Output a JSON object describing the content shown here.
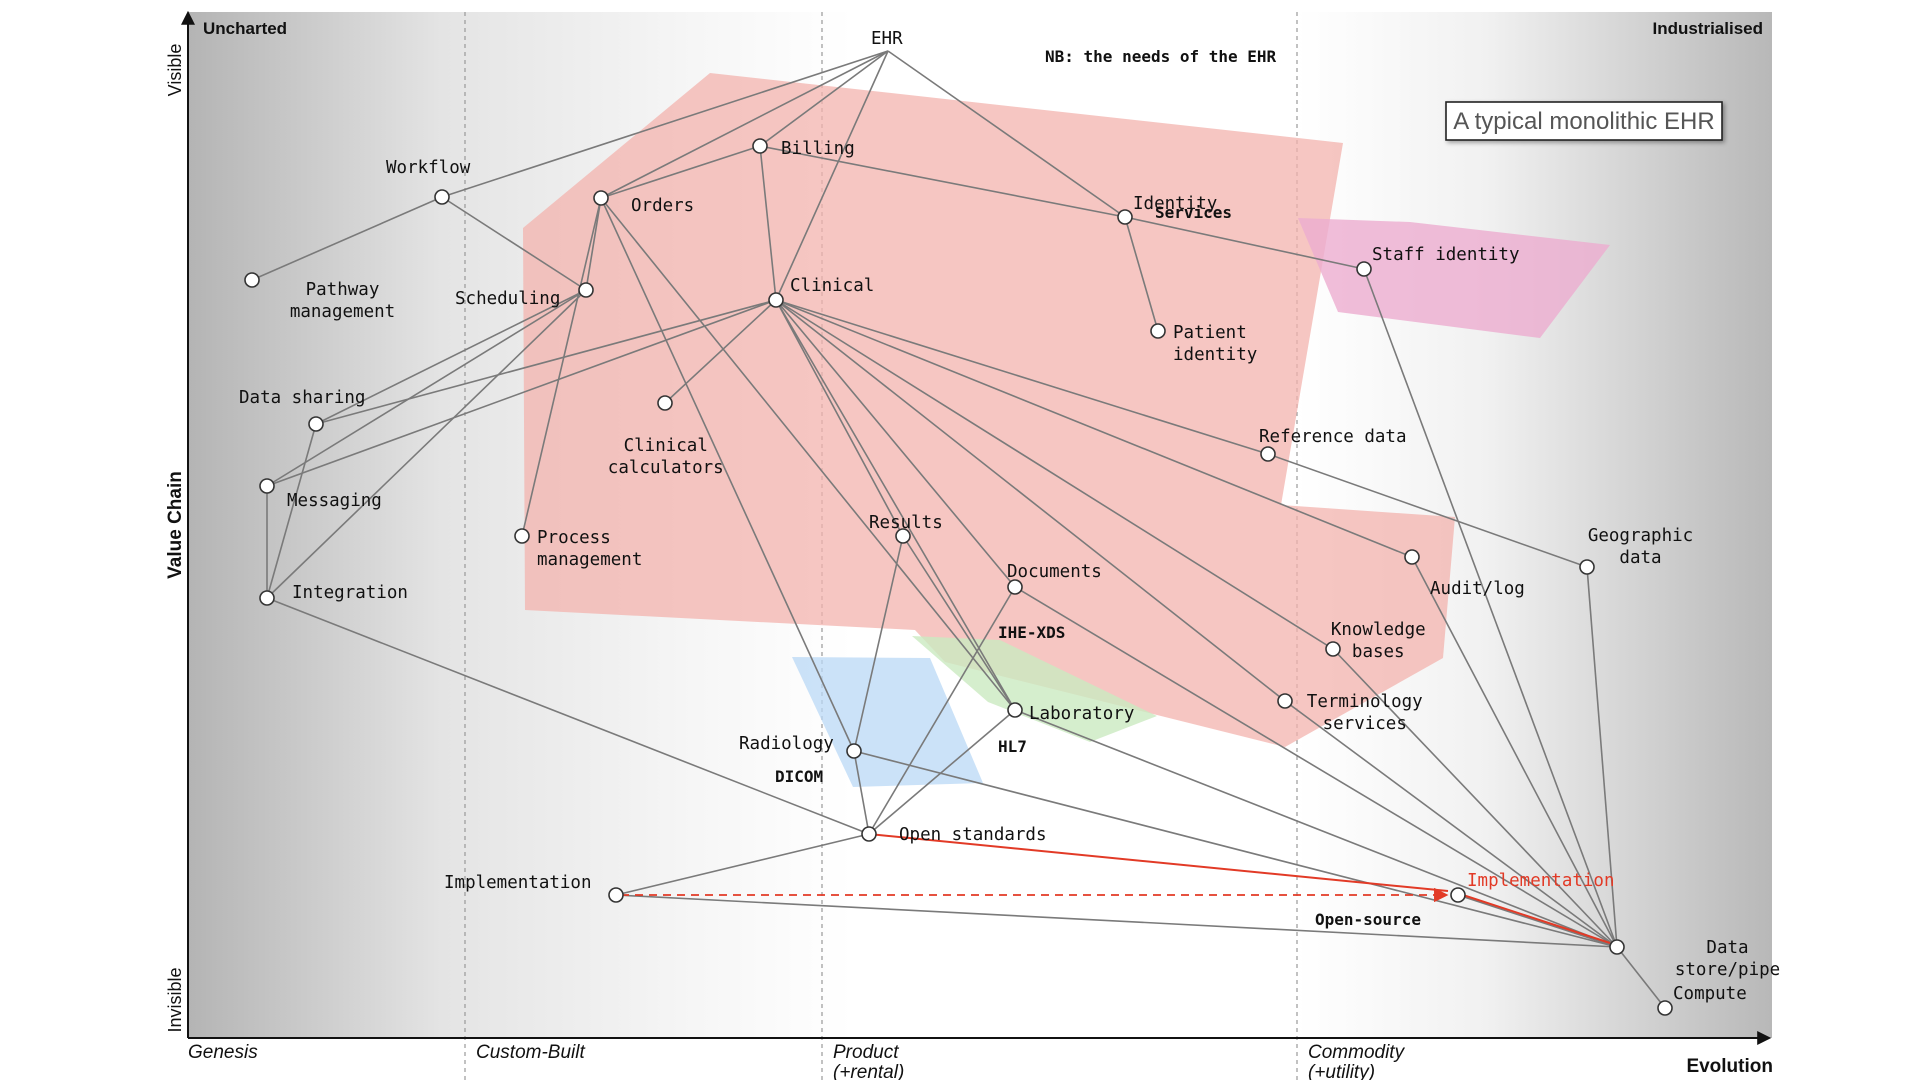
{
  "title": "A typical monolithic EHR",
  "note": "NB: the needs of the EHR",
  "axes": {
    "y_title": "Value Chain",
    "y_top": "Visible",
    "y_bottom": "Invisible",
    "x_title": "Evolution",
    "corner_left": "Uncharted",
    "corner_right": "Industrialised",
    "stages": [
      {
        "line1": "Genesis",
        "line2": ""
      },
      {
        "line1": "Custom-Built",
        "line2": ""
      },
      {
        "line1": "Product",
        "line2": "(+rental)"
      },
      {
        "line1": "Commodity",
        "line2": "(+utility)"
      }
    ]
  },
  "regions": [
    {
      "name": "monolith",
      "color": "#f3b3ad"
    },
    {
      "name": "staff-identity",
      "color": "#ecaccf"
    },
    {
      "name": "dicom",
      "color": "#b9d8f6"
    },
    {
      "name": "hl7",
      "color": "#cbeac0"
    }
  ],
  "nodes": [
    {
      "id": "ehr",
      "lines": [
        "EHR"
      ]
    },
    {
      "id": "workflow",
      "lines": [
        "Workflow"
      ]
    },
    {
      "id": "billing",
      "lines": [
        "Billing"
      ]
    },
    {
      "id": "orders",
      "lines": [
        "Orders"
      ]
    },
    {
      "id": "identity",
      "lines": [
        "Identity"
      ]
    },
    {
      "id": "staff",
      "lines": [
        "Staff identity"
      ]
    },
    {
      "id": "pathway",
      "lines": [
        "Pathway",
        "management"
      ]
    },
    {
      "id": "scheduling",
      "lines": [
        "Scheduling"
      ]
    },
    {
      "id": "clinical",
      "lines": [
        "Clinical"
      ]
    },
    {
      "id": "patientid",
      "lines": [
        "Patient",
        "identity"
      ]
    },
    {
      "id": "datasharing",
      "lines": [
        "Data sharing"
      ]
    },
    {
      "id": "calculators",
      "lines": [
        "Clinical",
        "calculators"
      ]
    },
    {
      "id": "refdata",
      "lines": [
        "Reference data"
      ]
    },
    {
      "id": "messaging",
      "lines": [
        "Messaging"
      ]
    },
    {
      "id": "process",
      "lines": [
        "Process",
        "management"
      ]
    },
    {
      "id": "results",
      "lines": [
        "Results"
      ]
    },
    {
      "id": "geo",
      "lines": [
        "Geographic",
        "data"
      ]
    },
    {
      "id": "audit",
      "lines": [
        "Audit/log"
      ]
    },
    {
      "id": "integration",
      "lines": [
        "Integration"
      ]
    },
    {
      "id": "documents",
      "lines": [
        "Documents"
      ]
    },
    {
      "id": "kb",
      "lines": [
        "Knowledge",
        "bases"
      ]
    },
    {
      "id": "terminology",
      "lines": [
        "Terminology",
        "services"
      ]
    },
    {
      "id": "laboratory",
      "lines": [
        "Laboratory"
      ]
    },
    {
      "id": "radiology",
      "lines": [
        "Radiology"
      ]
    },
    {
      "id": "openstd",
      "lines": [
        "Open standards"
      ]
    },
    {
      "id": "impl",
      "lines": [
        "Implementation"
      ]
    },
    {
      "id": "impl2",
      "lines": [
        "Implementation"
      ],
      "color": "#e23a26"
    },
    {
      "id": "datastore",
      "lines": [
        "Data",
        "store/pipe"
      ]
    },
    {
      "id": "compute",
      "lines": [
        "Compute"
      ]
    }
  ],
  "edges": [
    [
      "ehr",
      "workflow"
    ],
    [
      "ehr",
      "orders"
    ],
    [
      "ehr",
      "billing"
    ],
    [
      "ehr",
      "identity"
    ],
    [
      "ehr",
      "clinical"
    ],
    [
      "workflow",
      "pathway"
    ],
    [
      "workflow",
      "scheduling"
    ],
    [
      "billing",
      "orders"
    ],
    [
      "billing",
      "identity"
    ],
    [
      "billing",
      "clinical"
    ],
    [
      "identity",
      "staff"
    ],
    [
      "identity",
      "patientid"
    ],
    [
      "staff",
      "datastore"
    ],
    [
      "orders",
      "scheduling"
    ],
    [
      "orders",
      "process"
    ],
    [
      "orders",
      "radiology"
    ],
    [
      "orders",
      "laboratory"
    ],
    [
      "scheduling",
      "datasharing"
    ],
    [
      "scheduling",
      "messaging"
    ],
    [
      "scheduling",
      "integration"
    ],
    [
      "clinical",
      "datasharing"
    ],
    [
      "clinical",
      "messaging"
    ],
    [
      "clinical",
      "calculators"
    ],
    [
      "clinical",
      "refdata"
    ],
    [
      "clinical",
      "audit"
    ],
    [
      "clinical",
      "kb"
    ],
    [
      "clinical",
      "terminology"
    ],
    [
      "clinical",
      "documents"
    ],
    [
      "clinical",
      "results"
    ],
    [
      "clinical",
      "laboratory"
    ],
    [
      "datasharing",
      "integration"
    ],
    [
      "messaging",
      "integration"
    ],
    [
      "integration",
      "openstd"
    ],
    [
      "refdata",
      "geo"
    ],
    [
      "geo",
      "datastore"
    ],
    [
      "audit",
      "datastore"
    ],
    [
      "kb",
      "datastore"
    ],
    [
      "terminology",
      "datastore"
    ],
    [
      "documents",
      "datastore"
    ],
    [
      "radiology",
      "datastore"
    ],
    [
      "laboratory",
      "datastore"
    ],
    [
      "results",
      "radiology"
    ],
    [
      "results",
      "laboratory"
    ],
    [
      "documents",
      "openstd"
    ],
    [
      "radiology",
      "openstd"
    ],
    [
      "laboratory",
      "openstd"
    ],
    [
      "openstd",
      "impl"
    ],
    [
      "impl",
      "datastore"
    ],
    [
      "impl2",
      "datastore"
    ],
    [
      "datastore",
      "compute"
    ]
  ],
  "annotations": [
    {
      "id": "services",
      "text": "Services"
    },
    {
      "id": "ihe-xds",
      "text": "IHE-XDS"
    },
    {
      "id": "hl7",
      "text": "HL7"
    },
    {
      "id": "dicom",
      "text": "DICOM"
    },
    {
      "id": "opensource",
      "text": "Open-source"
    }
  ]
}
